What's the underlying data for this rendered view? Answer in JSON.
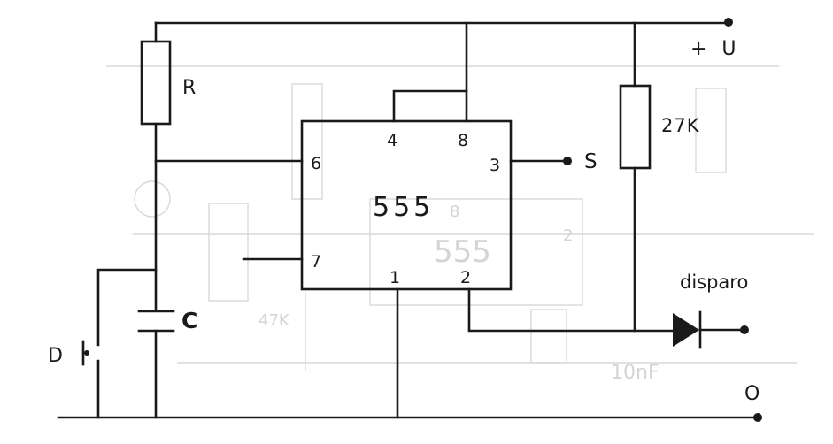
{
  "diagram": {
    "labels": {
      "resistor_r": "R",
      "capacitor_c": "C",
      "switch_d": "D",
      "resistor_27k": "27K",
      "supply": "+ U",
      "output_s": "S",
      "ground_o": "O",
      "trigger": "disparo"
    },
    "ic": {
      "name": "555",
      "pins": {
        "p4": "4",
        "p8": "8",
        "p6": "6",
        "p3": "3",
        "p7": "7",
        "p1": "1",
        "p2": "2"
      }
    },
    "ghost_text": {
      "g555": "555",
      "g10nf": "10nF",
      "g47k": "47K",
      "g8": "8",
      "g2": "2"
    },
    "colors": {
      "ink": "#1a1a1a",
      "ghost": "#d8d8d8",
      "paper": "#ffffff"
    }
  }
}
